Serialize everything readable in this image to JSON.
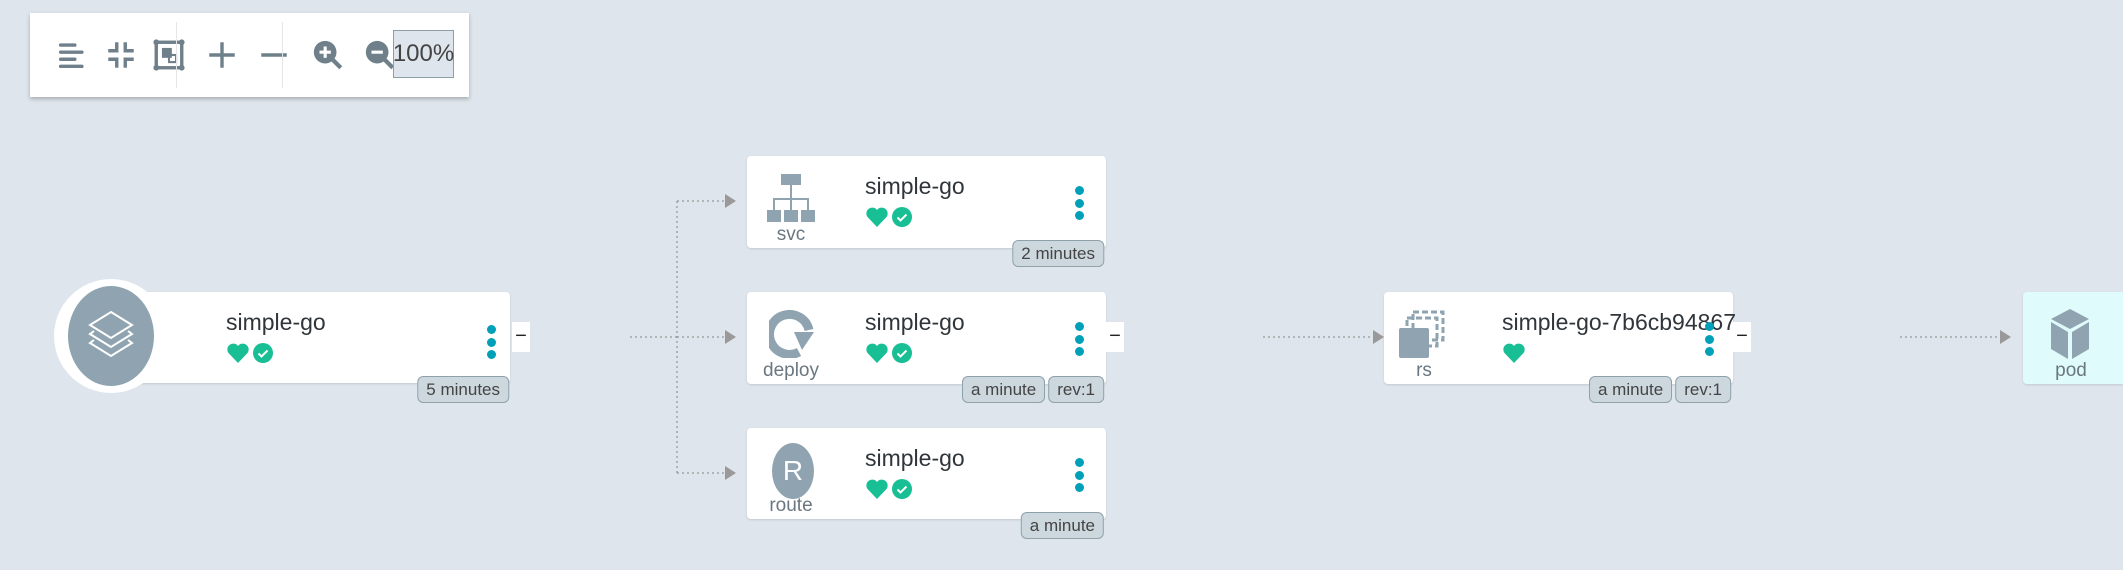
{
  "toolbar": {
    "buttons": [
      "align-left-icon",
      "collapse-icon",
      "fit-to-screen-icon",
      "expand-all-icon",
      "collapse-all-icon",
      "zoom-in-icon",
      "zoom-out-icon"
    ],
    "zoom_level": "100%"
  },
  "app": {
    "name": "simple-go",
    "age": "5 minutes"
  },
  "nodes": {
    "svc": {
      "kind": "svc",
      "name": "simple-go",
      "age": "2 minutes"
    },
    "deploy": {
      "kind": "deploy",
      "name": "simple-go",
      "age": "a minute",
      "revision": "rev:1"
    },
    "route": {
      "kind": "route",
      "name": "simple-go",
      "age": "a minute",
      "icon_letter": "R"
    },
    "rs": {
      "kind": "rs",
      "name": "simple-go-7b6cb94867",
      "age": "a minute",
      "revision": "rev:1"
    },
    "pod": {
      "kind": "pod"
    }
  },
  "colors": {
    "healthy": "#18be94",
    "kebab": "#00a0b8",
    "icon": "#8fa4b0",
    "pod_bg": "#e0fbfb"
  },
  "collapse_label": "−"
}
